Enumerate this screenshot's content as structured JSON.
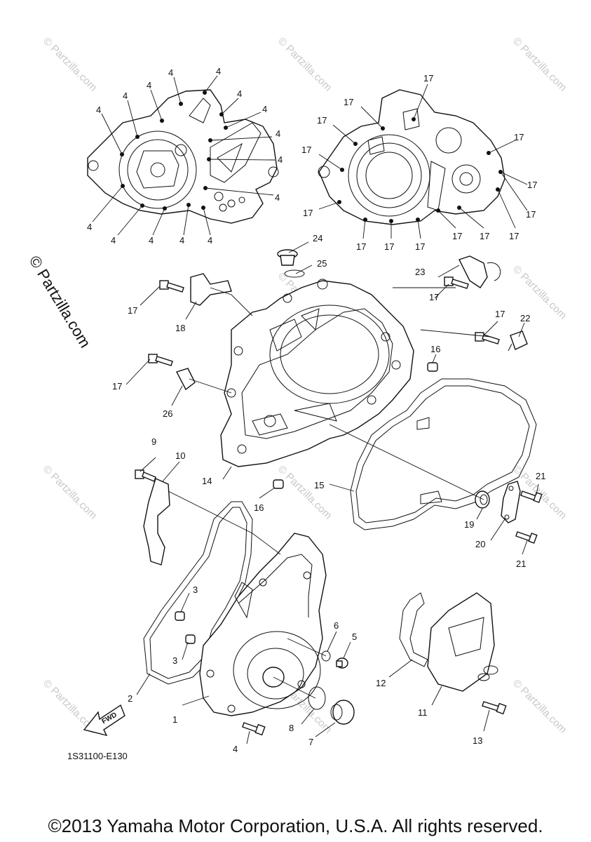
{
  "watermark": "© Partzilla.com",
  "side_copyright": "© Partzilla.com",
  "diagram_code": "1S31100-E130",
  "fwd_label": "FWD",
  "footer": "©2013 Yamaha Motor Corporation, U.S.A. All rights reserved.",
  "callouts": {
    "top_left_4": "4",
    "top_right_17": "17",
    "p1": "1",
    "p2": "2",
    "p3": "3",
    "p4": "4",
    "p5": "5",
    "p6": "6",
    "p7": "7",
    "p8": "8",
    "p9": "9",
    "p10": "10",
    "p11": "11",
    "p12": "12",
    "p13": "13",
    "p14": "14",
    "p15": "15",
    "p16": "16",
    "p17": "17",
    "p18": "18",
    "p19": "19",
    "p20": "20",
    "p21": "21",
    "p22": "22",
    "p23": "23",
    "p24": "24",
    "p25": "25",
    "p26": "26"
  }
}
